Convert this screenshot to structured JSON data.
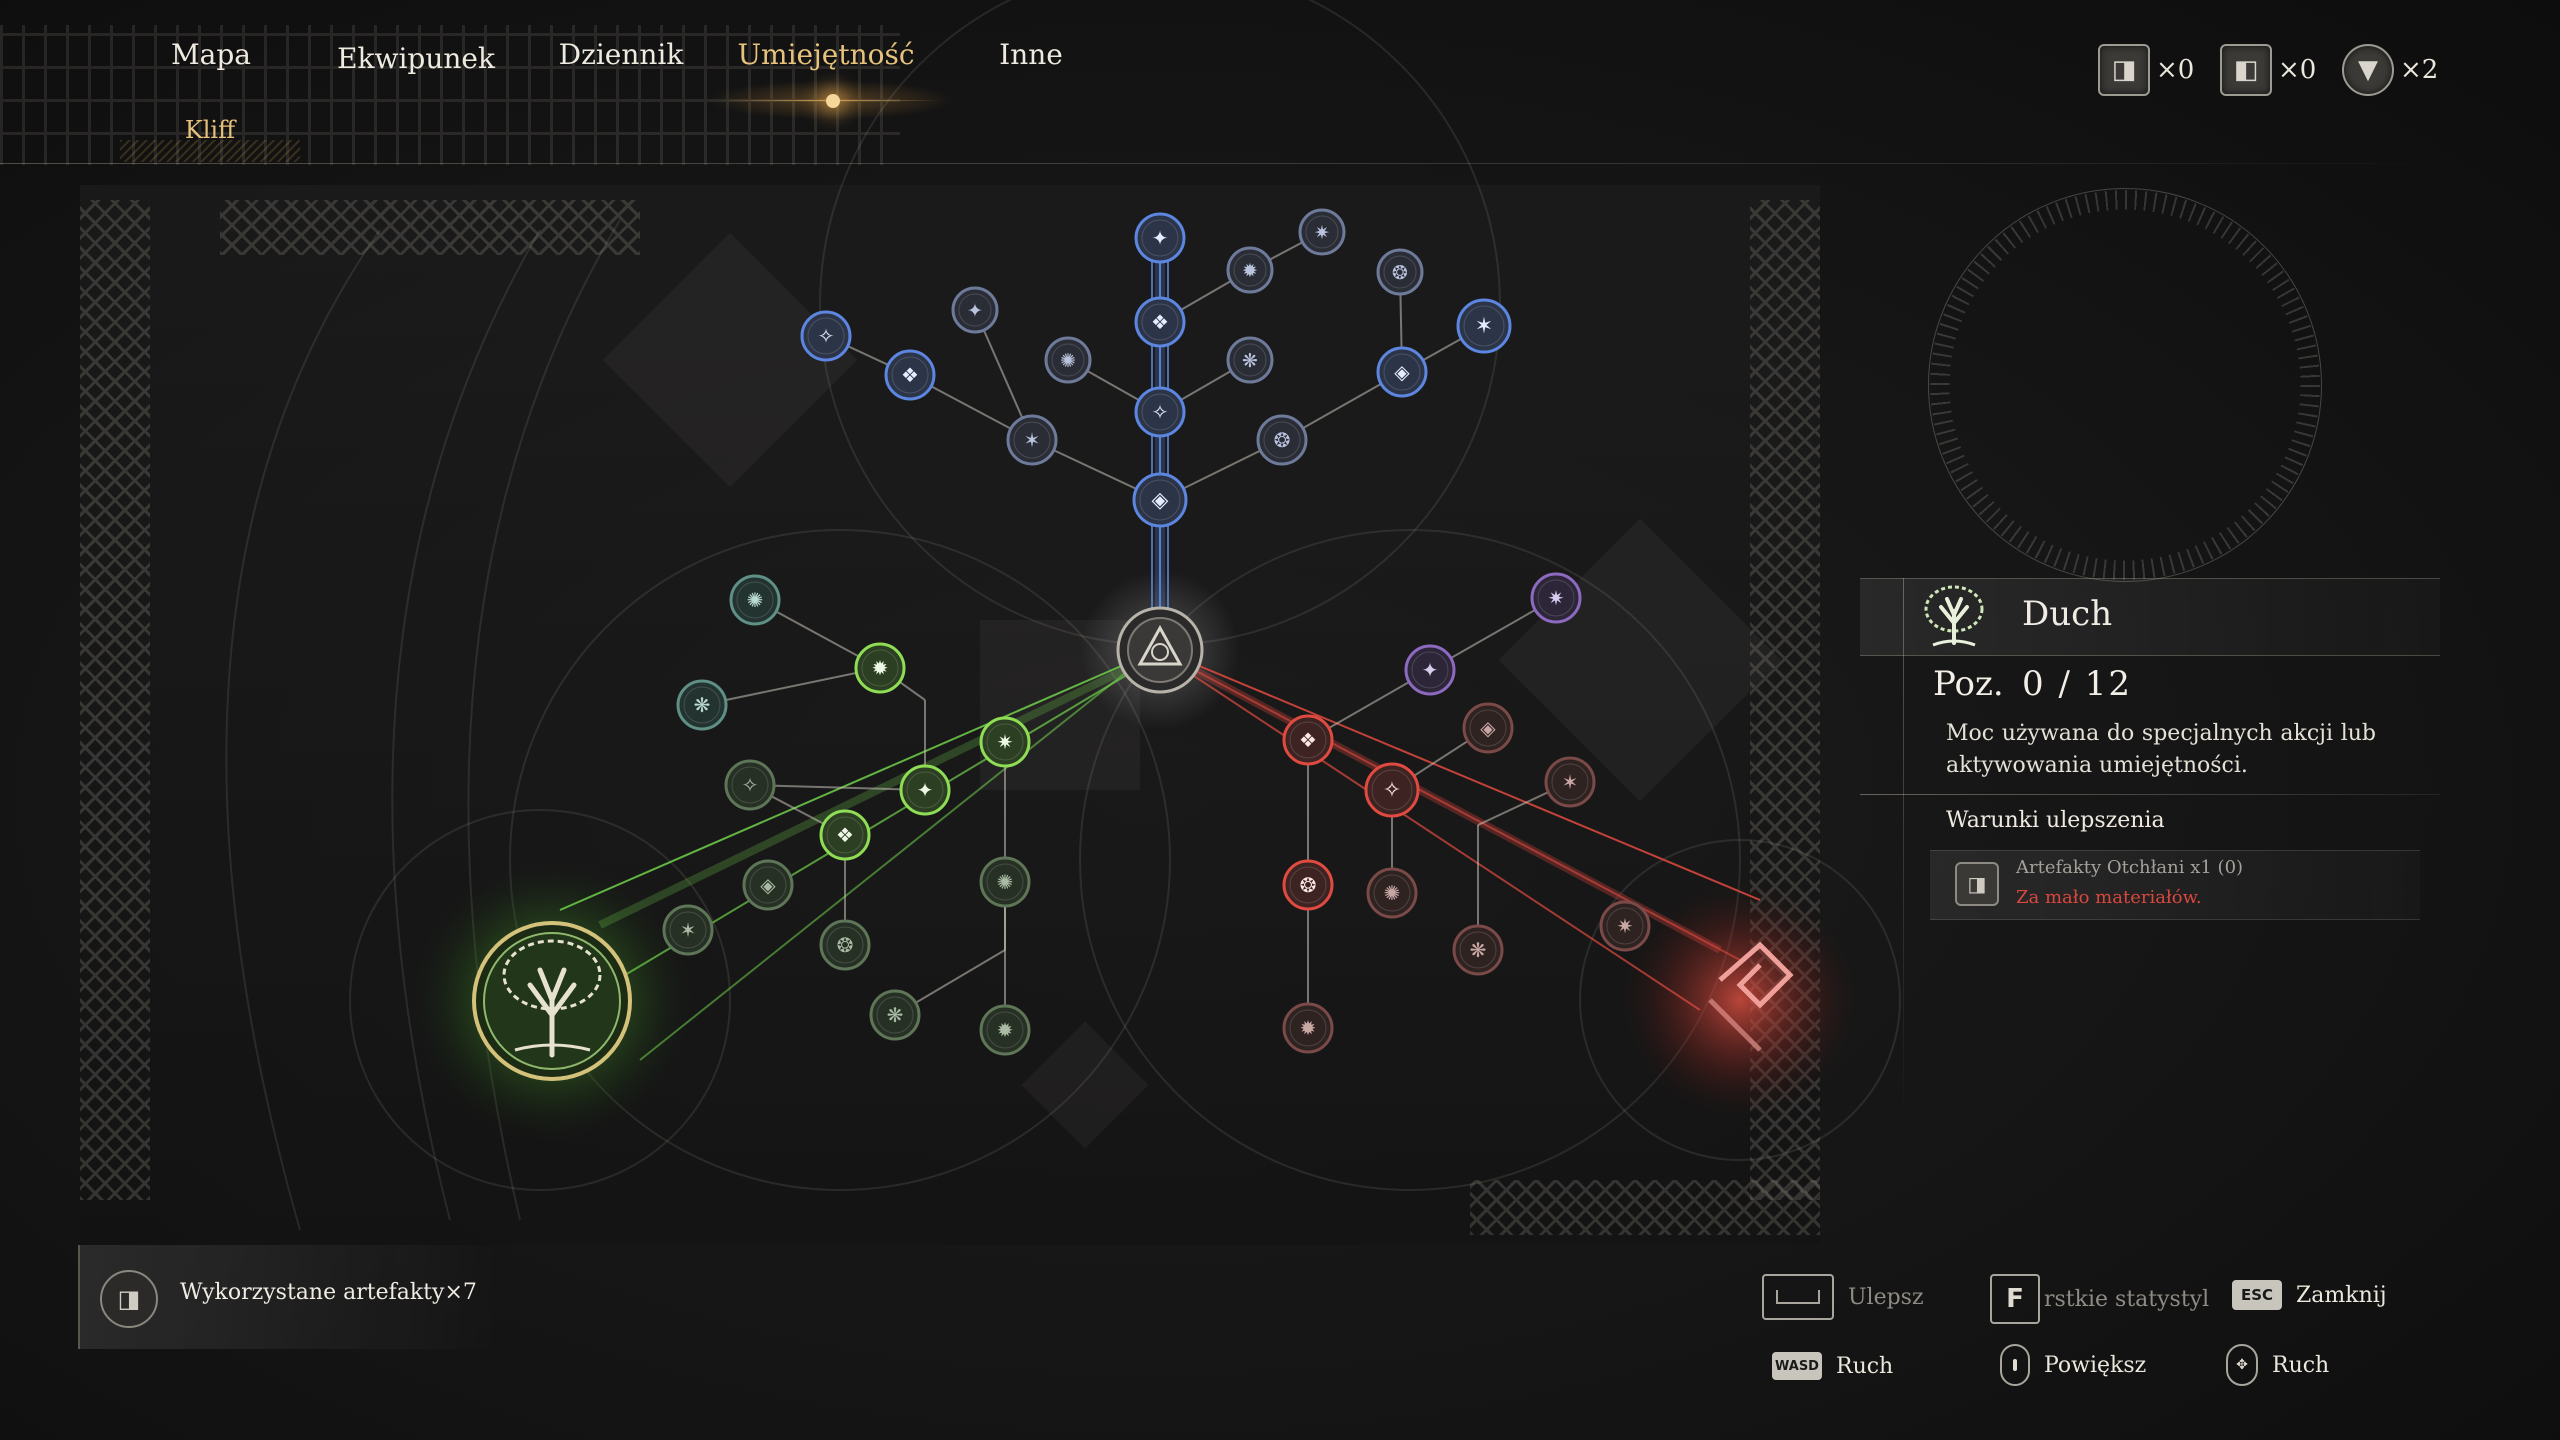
{
  "nav": {
    "tabs": [
      {
        "label": "Mapa",
        "active": false
      },
      {
        "label": "Ekwipunek",
        "active": false
      },
      {
        "label": "Dziennik",
        "active": false
      },
      {
        "label": "Umiejętność",
        "active": true
      },
      {
        "label": "Inne",
        "active": false
      }
    ],
    "subtab": "Kliff"
  },
  "currencies": [
    {
      "icon": "abyss-artifact-icon",
      "count": "×0"
    },
    {
      "icon": "cube-artifact-icon",
      "count": "×0"
    },
    {
      "icon": "shield-emblem-icon",
      "count": "×2"
    }
  ],
  "skill_tree": {
    "branches": [
      {
        "name": "blue",
        "color": "#5c86e0"
      },
      {
        "name": "green",
        "color": "#6fd04a"
      },
      {
        "name": "red",
        "color": "#e04a40"
      }
    ],
    "selected_node": "tree-of-life-icon"
  },
  "detail": {
    "title": "Duch",
    "level_label": "Poz.",
    "level": "0 / 12",
    "description": "Moc używana do specjalnych akcji lub aktywowania umiejętności.",
    "requirements_title": "Warunki ulepszenia",
    "requirement_item": "Artefakty Otchłani x1 (0)",
    "requirement_warning": "Za mało materiałów."
  },
  "used_artifacts": {
    "label": "Wykorzystane artefakty×7"
  },
  "hints": {
    "upgrade": {
      "key": "",
      "label": "Ulepsz"
    },
    "stats": {
      "key": "F",
      "label": "rstkie statystyl"
    },
    "close": {
      "key": "ESC",
      "label": "Zamknij"
    },
    "move_keys": {
      "key": "WASD",
      "label": "Ruch"
    },
    "zoom": {
      "key": "",
      "label": "Powiększ"
    },
    "move_mouse": {
      "key": "",
      "label": "Ruch"
    }
  },
  "colors": {
    "accent_gold": "#e7c27c",
    "warning_red": "#d9473e"
  }
}
